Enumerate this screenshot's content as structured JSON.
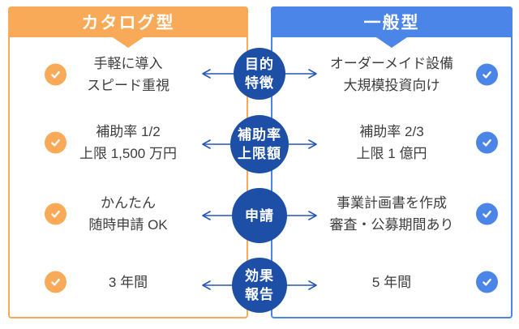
{
  "palette": {
    "orange": "#F8AA58",
    "blue": "#4A85E7",
    "navy": "#1E4FA6",
    "arrow": "#2456BA",
    "text": "#3D3D3D",
    "white": "#FFFFFF"
  },
  "left_column": {
    "title": "カタログ型",
    "rows": [
      {
        "text": "手軽に導入\nスピード重視"
      },
      {
        "text": "補助率 1/2\n上限 1,500 万円"
      },
      {
        "text": "かんたん\n随時申請 OK"
      },
      {
        "text": "3 年間"
      }
    ]
  },
  "right_column": {
    "title": "一般型",
    "rows": [
      {
        "text": "オーダーメイド設備\n大規模投資向け"
      },
      {
        "text": "補助率 2/3\n上限 1 億円"
      },
      {
        "text": "事業計画書を作成\n審査・公募期間あり"
      },
      {
        "text": "5 年間"
      }
    ]
  },
  "hubs": [
    {
      "label": "目的\n特徴"
    },
    {
      "label": "補助率\n上限額"
    },
    {
      "label": "申請"
    },
    {
      "label": "効果\n報告"
    }
  ]
}
